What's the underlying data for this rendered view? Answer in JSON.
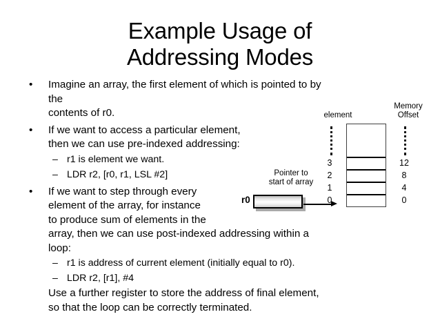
{
  "slide": {
    "title_lines": [
      "Example Usage of",
      "Addressing Modes"
    ]
  },
  "body": {
    "blocks": [
      {
        "level": 1,
        "marker": "•",
        "text": "Imagine an array, the first element of which is pointed to by the\ncontents of r0."
      },
      {
        "level": 1,
        "marker": "•",
        "text": "If we want to access a particular element,\nthen we can use pre-indexed addressing:"
      },
      {
        "level": 2,
        "marker": "–",
        "text": "r1 is element we want."
      },
      {
        "level": 2,
        "marker": "–",
        "text": "LDR r2, [r0, r1, LSL #2]"
      },
      {
        "level": 1,
        "marker": "•",
        "text": "If we want to step through every\nelement of the array, for instance\nto produce sum of elements in the\narray, then we can use post-indexed addressing within a loop:"
      },
      {
        "level": 2,
        "marker": "–",
        "text": "r1 is address of current element (initially equal to r0)."
      },
      {
        "level": 2,
        "marker": "–",
        "text": "LDR r2, [r1], #4"
      },
      {
        "level": 0,
        "marker": "",
        "text": "Use a further register to store the address of final element,\nso that the loop can be correctly terminated."
      }
    ]
  },
  "diagram": {
    "element_header": "element",
    "memory_offset_header": "Memory\nOffset",
    "pointer_label": "Pointer to\nstart of array",
    "register_name": "r0",
    "ellipsis_glyph": "⋮",
    "rows": [
      {
        "element": "3",
        "offset": "12"
      },
      {
        "element": "2",
        "offset": "8"
      },
      {
        "element": "1",
        "offset": "4"
      },
      {
        "element": "0",
        "offset": "0"
      }
    ],
    "colors": {
      "text": "#000000",
      "background": "#ffffff",
      "cell_border": "#000000",
      "register_shadow": "#a9a9a9"
    }
  }
}
